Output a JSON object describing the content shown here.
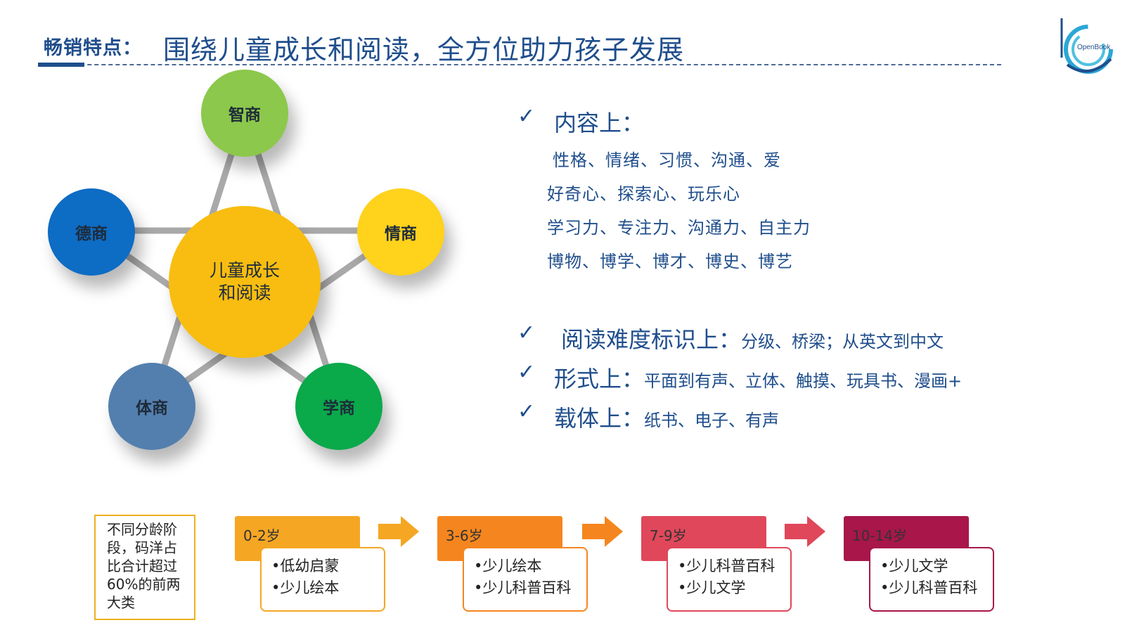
{
  "header": {
    "prefix": "畅销特点：",
    "title": "围绕儿童成长和阅读，全方位助力孩子发展",
    "logo_text": "OpenBook"
  },
  "diagram": {
    "center": {
      "line1": "儿童成长",
      "line2": "和阅读",
      "color": "#f8bd10"
    },
    "nodes": [
      {
        "label": "智商",
        "color": "#8cc84b"
      },
      {
        "label": "情商",
        "color": "#ffd21c"
      },
      {
        "label": "学商",
        "color": "#0aa94a"
      },
      {
        "label": "体商",
        "color": "#537fae"
      },
      {
        "label": "德商",
        "color": "#0d6cc4"
      }
    ],
    "connector_color": "#a9a9a9"
  },
  "bullets": {
    "check_glyph": "✓",
    "content": {
      "heading": "内容上：",
      "lines": [
        "性格、情绪、习惯、沟通、爱",
        "好奇心、探索心、玩乐心",
        "学习力、专注力、沟通力、自主力",
        "博物、博学、博才、博史、博艺"
      ]
    },
    "difficulty": {
      "heading": "阅读难度标识上：",
      "detail": "分级、桥梁；从英文到中文"
    },
    "form": {
      "heading": "形式上：",
      "detail": "平面到有声、立体、触摸、玩具书、漫画+"
    },
    "carrier": {
      "heading": "载体上：",
      "detail": "纸书、电子、有声"
    }
  },
  "age_flow": {
    "note": "不同分龄阶段，码洋占比合计超过60%的前两大类",
    "stages": [
      {
        "age": "0-2岁",
        "items": [
          "•低幼启蒙",
          "•少儿绘本"
        ],
        "color": "#f5a623"
      },
      {
        "age": "3-6岁",
        "items": [
          "•少儿绘本",
          "•少儿科普百科"
        ],
        "color": "#f5861f"
      },
      {
        "age": "7-9岁",
        "items": [
          "•少儿科普百科",
          "•少儿文学"
        ],
        "color": "#e0475a"
      },
      {
        "age": "10-14岁",
        "items": [
          "•少儿文学",
          "•少儿科普百科"
        ],
        "color": "#a8164a"
      }
    ]
  }
}
